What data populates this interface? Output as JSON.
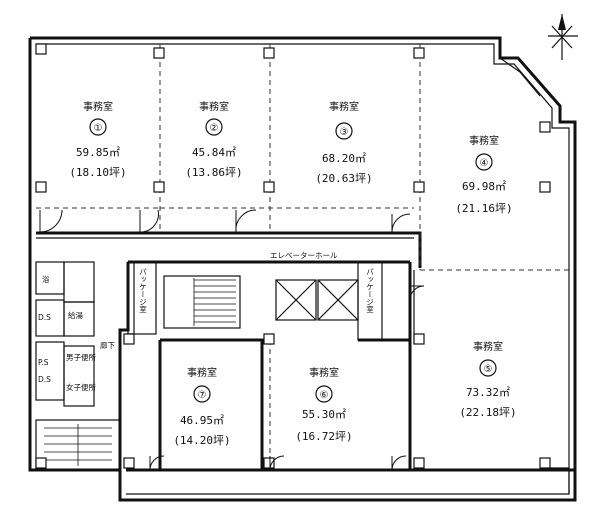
{
  "rooms": [
    {
      "name": "事務室",
      "num": "①",
      "area": "59.85㎡",
      "tsubo": "(18.10坪)"
    },
    {
      "name": "事務室",
      "num": "②",
      "area": "45.84㎡",
      "tsubo": "(13.86坪)"
    },
    {
      "name": "事務室",
      "num": "③",
      "area": "68.20㎡",
      "tsubo": "(20.63坪)"
    },
    {
      "name": "事務室",
      "num": "④",
      "area": "69.98㎡",
      "tsubo": "(21.16坪)"
    },
    {
      "name": "事務室",
      "num": "⑤",
      "area": "73.32㎡",
      "tsubo": "(22.18坪)"
    },
    {
      "name": "事務室",
      "num": "⑥",
      "area": "55.30㎡",
      "tsubo": "(16.72坪)"
    },
    {
      "name": "事務室",
      "num": "⑦",
      "area": "46.95㎡",
      "tsubo": "(14.20坪)"
    }
  ],
  "labels": {
    "elevator_hall": "エレベーターホール",
    "package_left": "パッケージ室",
    "package_right": "パッケージ室",
    "bath": "浴",
    "bath2": "給湯",
    "ds1": "D.S",
    "ps": "P.S",
    "ds2": "D.S",
    "toilet_m": "男子便所",
    "toilet_f": "女子便所",
    "corridor": "廊下"
  }
}
